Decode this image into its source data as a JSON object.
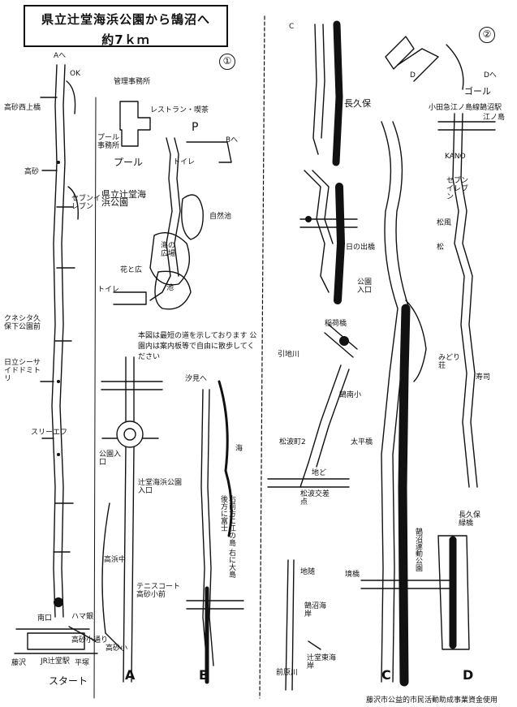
{
  "title": {
    "line1": "県立辻堂海浜公園から鵠沼へ",
    "line2": "約7ｋｍ"
  },
  "page_numbers": [
    "①",
    "②"
  ],
  "column_letters": [
    "A",
    "B",
    "C",
    "D"
  ],
  "start_label": "スタート",
  "left_route": {
    "top_label": "Aへ",
    "ok_label": "OK",
    "labels": [
      "高砂西上橋",
      "高砂",
      "セブンイレブン",
      "クネシタ久保下公園前",
      "日立シーサイドドミトリ",
      "スリーエフ",
      "南口",
      "ハマ銀",
      "藤沢",
      "JR辻堂駅",
      "平塚",
      "高砂小通り"
    ]
  },
  "park": {
    "labels": [
      "管理事務所",
      "レストラン・喫茶",
      "プール事務所",
      "プール",
      "県立辻堂海浜公園",
      "自然池",
      "海の広場",
      "池",
      "花と広",
      "トイレ",
      "トイレ",
      "Bへ"
    ],
    "p_label": "P",
    "note": "本図は最短の道を示しております 公園内は案内板等で自由に散歩してください"
  },
  "route_a": {
    "labels": [
      "公園入口",
      "辻堂海浜公園入口",
      "高浜中",
      "テニスコート高砂小前",
      "高砂小"
    ]
  },
  "route_b": {
    "top_label": "汐見へ",
    "labels": [
      "海",
      "右前方に江の島 右に大島 後方に富士"
    ]
  },
  "route_c": {
    "labels": [
      "C",
      "日の出橋",
      "稲荷橋",
      "引地川",
      "鵠南小",
      "松波町2",
      "地ど",
      "松波交差点",
      "地随",
      "鵠沼海岸",
      "辻堂東海岸",
      "前原川"
    ],
    "points": [
      "D"
    ]
  },
  "route_d": {
    "labels": [
      "長久保",
      "ゴール",
      "小田急江ノ島線鵠沼駅",
      "江ノ島",
      "KANO",
      "セブンイレブン",
      "松風",
      "D",
      "公園入口",
      "松",
      "みどり荘",
      "寿司",
      "長久保緑橋",
      "境橋",
      "鵠沼運動公園",
      "太平橋",
      "Dへ"
    ]
  },
  "footer": "藤沢市公益的市民活動助成事業資金使用"
}
